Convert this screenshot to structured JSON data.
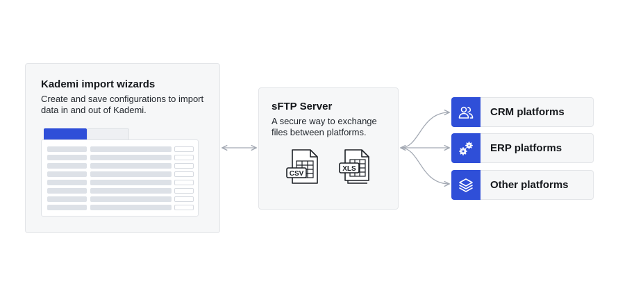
{
  "wizard": {
    "title": "Kademi import wizards",
    "description": "Create and save configurations to import data in and out of Kademi."
  },
  "sftp": {
    "title": "sFTP Server",
    "description": "A secure way to exchange files between platforms.",
    "files": [
      {
        "label": "CSV",
        "icon": "csv-file-icon"
      },
      {
        "label": "XLS",
        "icon": "xls-file-icon"
      }
    ]
  },
  "platforms": [
    {
      "label": "CRM platforms",
      "icon": "users-icon"
    },
    {
      "label": "ERP platforms",
      "icon": "gears-icon"
    },
    {
      "label": "Other platforms",
      "icon": "layers-icon"
    }
  ],
  "colors": {
    "accent": "#2f4fd8",
    "card_background": "#f6f7f8",
    "connector": "#a3a9b3"
  }
}
